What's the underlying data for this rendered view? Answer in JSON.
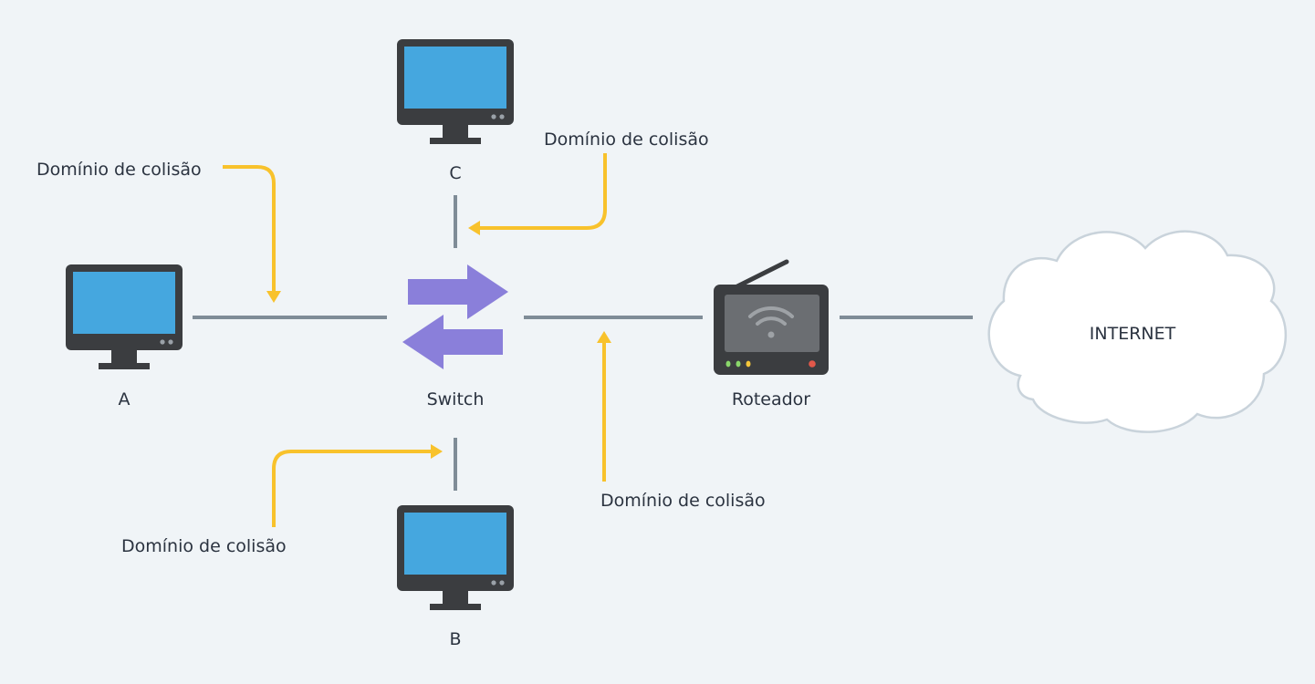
{
  "colors": {
    "background": "#f0f4f7",
    "link": "#7f8c97",
    "annotation": "#f8c22c",
    "switch_arrow": "#8a7fda",
    "monitor_body": "#3b3d40",
    "monitor_screen": "#45a7df",
    "router_body": "#3b3d40",
    "router_screen": "#6b6e72",
    "cloud_fill": "#ffffff",
    "cloud_stroke": "#c9d3db",
    "text": "#2b3340"
  },
  "nodes": {
    "a": {
      "label": "A",
      "icon": "monitor-icon"
    },
    "b": {
      "label": "B",
      "icon": "monitor-icon"
    },
    "c": {
      "label": "C",
      "icon": "monitor-icon"
    },
    "switch": {
      "label": "Switch",
      "icon": "switch-arrows-icon"
    },
    "router": {
      "label": "Roteador",
      "icon": "wifi-router-icon"
    },
    "internet": {
      "label": "INTERNET",
      "icon": "cloud-icon"
    }
  },
  "annotations": {
    "a": "Domínio de colisão",
    "b": "Domínio de colisão",
    "c": "Domínio de colisão",
    "router": "Domínio de colisão"
  }
}
